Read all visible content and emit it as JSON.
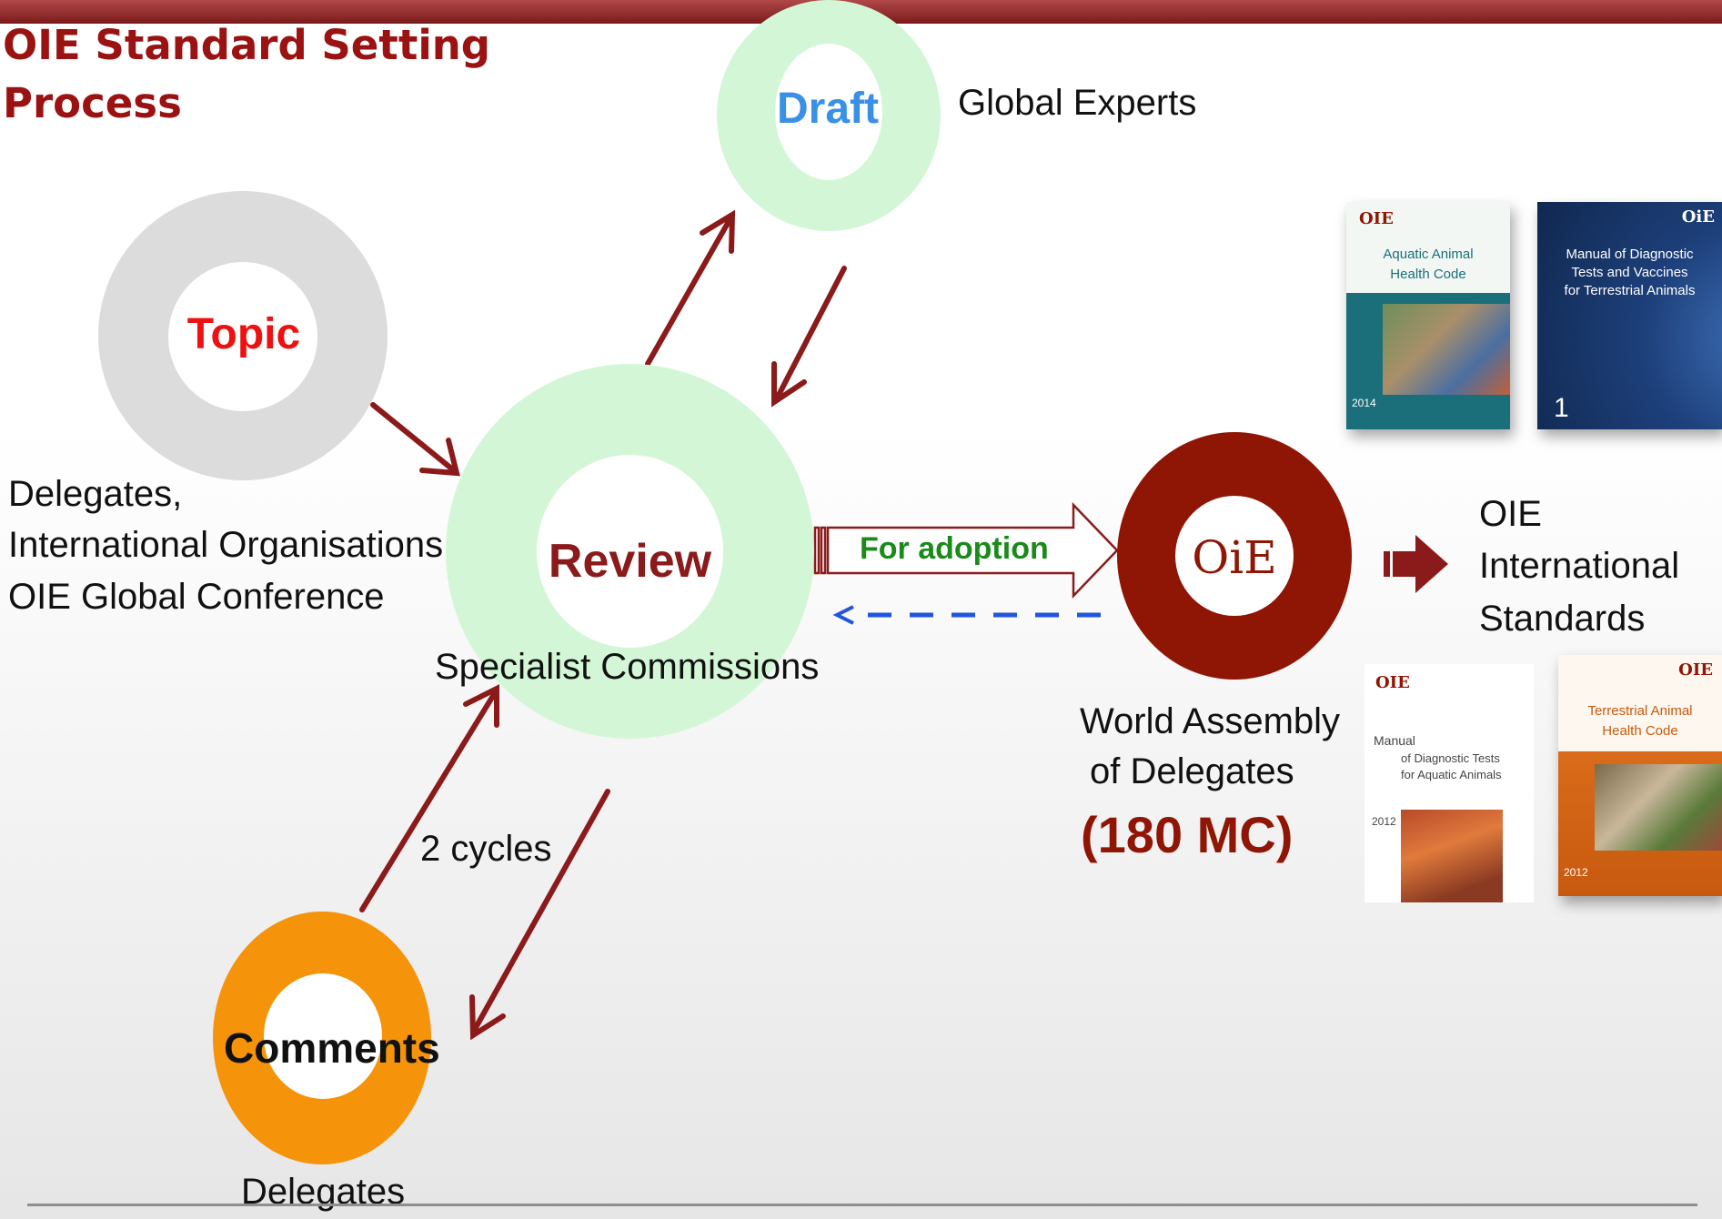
{
  "title_line1": "OIE Standard Setting",
  "title_line2": "Process",
  "nodes": {
    "draft": {
      "word": "Draft",
      "side_label": "Global Experts",
      "fill": "#d3f7d6",
      "word_color": "#3a8fe6"
    },
    "topic": {
      "word": "Topic",
      "fill": "#dcdcdc",
      "word_color": "#ee1111"
    },
    "review": {
      "word": "Review",
      "fill": "#d3f7d6",
      "word_color": "#8b1a1a"
    },
    "oie": {
      "logo": "OiE",
      "fill": "#8f1505"
    },
    "comments": {
      "word": "Comments",
      "fill": "#f5930a",
      "word_color": "#111111"
    }
  },
  "topic_labels": [
    "Delegates,",
    "International Organisations",
    "OIE Global Conference"
  ],
  "review_label": "Specialist Commissions",
  "cycles_label": "2 cycles",
  "adoption_label": "For adoption",
  "adoption_color": "#1b8a1b",
  "assembly_labels": [
    "World Assembly",
    "of Delegates"
  ],
  "assembly_count": "(180 MC)",
  "standards_labels": [
    "OIE",
    "International",
    "Standards"
  ],
  "comments_label": "Delegates",
  "books": {
    "aquatic_code": {
      "brand": "OIE",
      "title": [
        "Aquatic Animal",
        "Health Code"
      ],
      "year": "2014"
    },
    "terrestrial_manual": {
      "brand": "OiE",
      "title": [
        "Manual of Diagnostic",
        "Tests and Vaccines",
        "for Terrestrial Animals"
      ],
      "volume": "1"
    },
    "aquatic_manual": {
      "brand": "OIE",
      "title": [
        "Manual",
        "of Diagnostic Tests",
        "for Aquatic Animals"
      ],
      "year": "2012"
    },
    "terrestrial_code": {
      "brand": "OIE",
      "title": [
        "Terrestrial Animal",
        "Health Code"
      ],
      "year": "2012"
    }
  },
  "colors": {
    "arrow": "#8b1a1a",
    "dashed_arrow": "#2255dd",
    "title": "#9b1212"
  }
}
